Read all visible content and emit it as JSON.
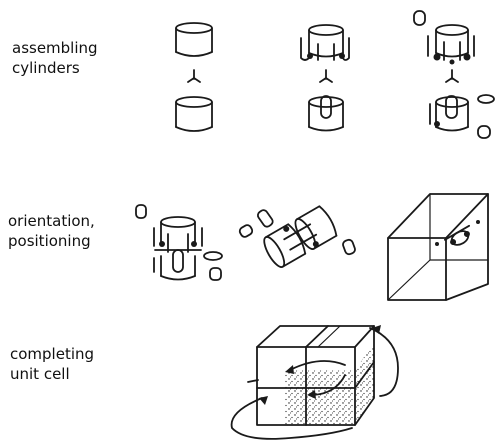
{
  "labels": {
    "assembling": [
      "assembling",
      "cylinders"
    ],
    "orientation": [
      "orientation,",
      "positioning"
    ],
    "completing": [
      "completing",
      "unit cell"
    ]
  }
}
